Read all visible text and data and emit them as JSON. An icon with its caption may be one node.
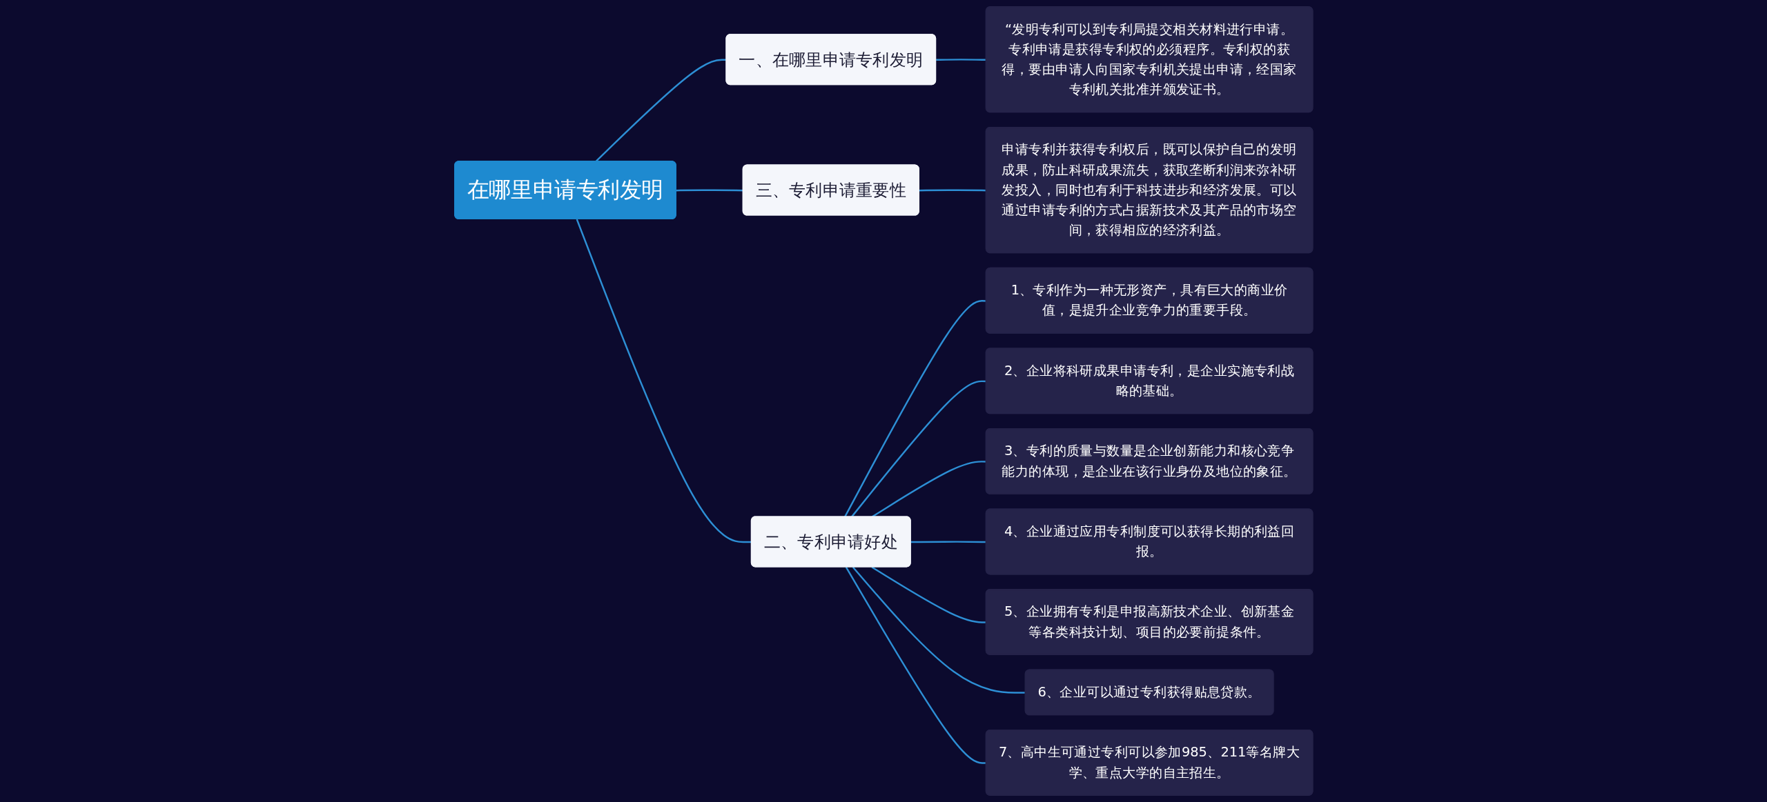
{
  "diagram": {
    "nodes": [
      {
        "text": [
          "在哪里申请专利发明"
        ]
      },
      {
        "text": [
          "一、在哪里申请专利发明"
        ]
      },
      {
        "text": [
          "“发明专利可以到专利局提交相关材料进行申请。专利申请是获得专利权的必须程序。专利权的获得，要由申请人向国家专利机关提出申请，经国家专利机关批准并颁发证书。"
        ]
      },
      {
        "text": [
          "三、专利申请重要性"
        ]
      },
      {
        "text": [
          "申请专利并获得专利权后，既可以保护自己的发明成果，防止科研成果流失，获取垄断利润来弥补研发投入，同时也有利于科技进步和经济发展。可以通过申请专利的方式占据新技术及其产品的市场空间，获得相应的经济利益。"
        ]
      },
      {
        "text": [
          "二、专利申请好处"
        ]
      },
      {
        "text": [
          "1、专利作为一种无形资产，具有巨大的商业价值，是提升企业竞争力的重要手段。"
        ]
      },
      {
        "text": [
          "2、企业将科研成果申请专利，是企业实施专利战略的基础。"
        ]
      },
      {
        "text": [
          "3、专利的质量与数量是企业创新能力和核心竞争能力的体现，是企业在该行业身份及地位的象征。"
        ]
      },
      {
        "text": [
          "4、企业通过应用专利制度可以获得长期的利益回报。"
        ]
      },
      {
        "text": [
          "5、企业拥有专利是申报高新技术企业、创新基金等各类科技计划、项目的必要前提条件。"
        ]
      },
      {
        "text": [
          "6、企业可以通过专利获得贴息贷款。"
        ]
      },
      {
        "text": [
          "7、高中生可通过专利可以参加985、211等名牌大学、重点大学的自主招生。"
        ]
      }
    ],
    "edges": [
      {
        "from": 0,
        "to": 1,
        "arrow": "none"
      },
      {
        "from": 1,
        "to": 2,
        "arrow": "none"
      },
      {
        "from": 0,
        "to": 3,
        "arrow": "none"
      },
      {
        "from": 3,
        "to": 4,
        "arrow": "none"
      },
      {
        "from": 0,
        "to": 5,
        "arrow": "none"
      },
      {
        "from": 5,
        "to": 6,
        "arrow": "none"
      },
      {
        "from": 5,
        "to": 7,
        "arrow": "none"
      },
      {
        "from": 5,
        "to": 8,
        "arrow": "none"
      },
      {
        "from": 5,
        "to": 9,
        "arrow": "none"
      },
      {
        "from": 5,
        "to": 10,
        "arrow": "none"
      },
      {
        "from": 5,
        "to": 11,
        "arrow": "none"
      },
      {
        "from": 5,
        "to": 12,
        "arrow": "none"
      }
    ]
  }
}
